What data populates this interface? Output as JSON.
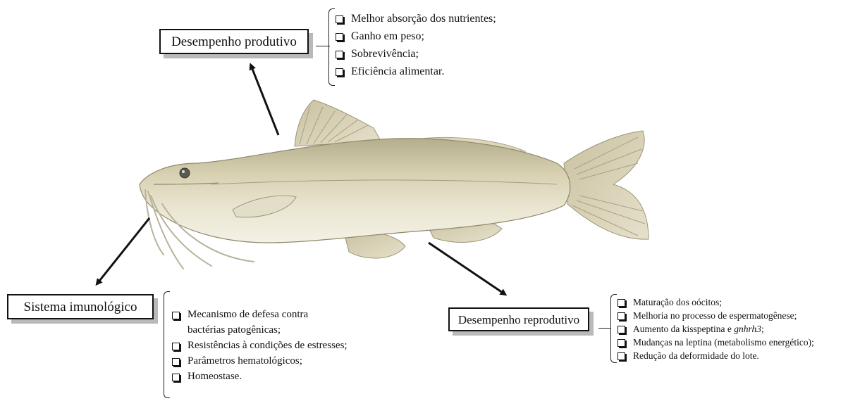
{
  "productive": {
    "title": "Desempenho produtivo",
    "items": [
      "Melhor absorção dos nutrientes;",
      "Ganho em peso;",
      "Sobrevivência;",
      "Eficiência alimentar."
    ]
  },
  "immune": {
    "title": "Sistema imunológico",
    "items": [
      [
        "Mecanismo de defesa contra",
        "bactérias patogênicas;"
      ],
      "Resistências à condições de estresses;",
      "Parâmetros hematológicos;",
      "Homeostase."
    ]
  },
  "reproductive": {
    "title": "Desempenho reprodutivo",
    "items": [
      "Maturação dos oócitos;",
      "Melhoria no processo de espermatogênese;",
      {
        "text": "Aumento da kisspeptina e ",
        "italic": "gnhrh3",
        "after": ";"
      },
      "Mudanças na leptina (metabolismo energético);",
      "Redução da deformidade do lote."
    ]
  }
}
